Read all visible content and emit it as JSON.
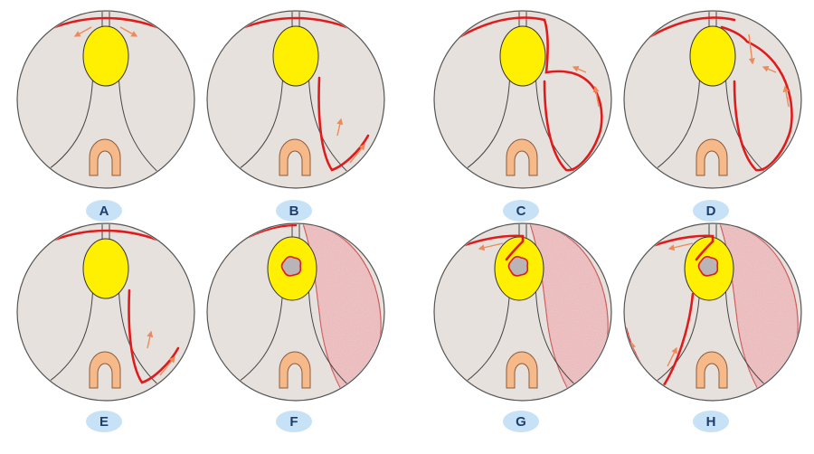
{
  "figure": {
    "panels": [
      {
        "label": "A"
      },
      {
        "label": "B"
      },
      {
        "label": "C"
      },
      {
        "label": "D"
      },
      {
        "label": "E"
      },
      {
        "label": "F"
      },
      {
        "label": "G"
      },
      {
        "label": "H"
      }
    ],
    "colors": {
      "circle_fill": "#e7e1de",
      "circle_stroke": "#555555",
      "yellow_organ": "#ffef00",
      "arch": "#f6b98a",
      "red_line": "#e01b1b",
      "arrow": "#ee8a5a",
      "pink_region": "#e7b3b5",
      "lesion": "#b9b4b6",
      "label_badge": "#c7e1f6",
      "label_text": "#1d3d6e"
    }
  }
}
